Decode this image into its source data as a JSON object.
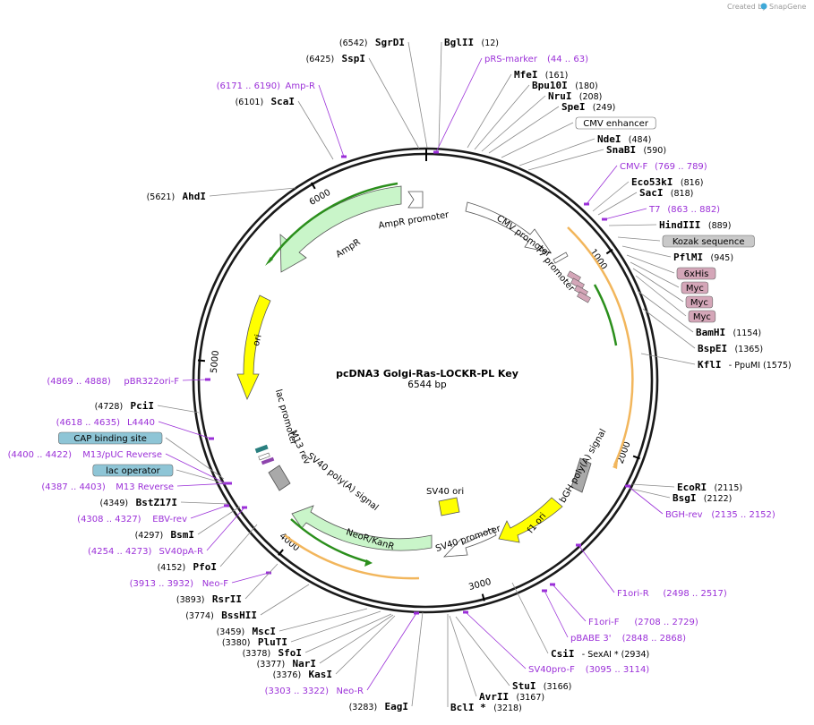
{
  "plasmid": {
    "name": "pcDNA3 Golgi-Ras-LOCKR-PL Key",
    "size_label": "6544 bp",
    "length": 6544,
    "ticks": [
      "1000",
      "2000",
      "3000",
      "4000",
      "5000",
      "6000"
    ]
  },
  "branding": {
    "created_by": "Created by",
    "brand": "SnapGene"
  },
  "colors": {
    "primer": "#9b30d8",
    "backbone": "#1a1a1a",
    "ampr": "#c9f5c9",
    "ori": "#ffff00",
    "neo": "#c9f5c9",
    "f1ori": "#ffff00",
    "sv40ori": "#ffff00",
    "polyA": "#a9a9a9",
    "orf": "#f2b65c",
    "tag": "#d4a6b8",
    "cap": "#8ec5d6",
    "kozak": "#c9c9c9"
  },
  "labels": {
    "right": [
      {
        "kind": "enzyme",
        "name": "BglII",
        "pos": "(12)"
      },
      {
        "kind": "primer",
        "name": "pRS-marker",
        "pos": "(44 .. 63)"
      },
      {
        "kind": "enzyme",
        "name": "MfeI",
        "pos": "(161)"
      },
      {
        "kind": "enzyme",
        "name": "Bpu10I",
        "pos": "(180)"
      },
      {
        "kind": "enzyme",
        "name": "NruI",
        "pos": "(208)"
      },
      {
        "kind": "enzyme",
        "name": "SpeI",
        "pos": "(249)"
      },
      {
        "kind": "feature",
        "name": "CMV enhancer",
        "pos": ""
      },
      {
        "kind": "enzyme",
        "name": "NdeI",
        "pos": "(484)"
      },
      {
        "kind": "enzyme",
        "name": "SnaBI",
        "pos": "(590)"
      },
      {
        "kind": "primer",
        "name": "CMV-F",
        "pos": "(769 .. 789)"
      },
      {
        "kind": "enzyme",
        "name": "Eco53kI",
        "pos": "(816)"
      },
      {
        "kind": "enzyme",
        "name": "SacI",
        "pos": "(818)"
      },
      {
        "kind": "primer",
        "name": "T7",
        "pos": "(863 .. 882)"
      },
      {
        "kind": "enzyme",
        "name": "HindIII",
        "pos": "(889)"
      },
      {
        "kind": "feature",
        "name": "Kozak sequence",
        "pos": ""
      },
      {
        "kind": "enzyme",
        "name": "PflMI",
        "pos": "(945)"
      },
      {
        "kind": "feature",
        "name": "6xHis",
        "pos": ""
      },
      {
        "kind": "feature",
        "name": "Myc",
        "pos": ""
      },
      {
        "kind": "feature",
        "name": "Myc",
        "pos": ""
      },
      {
        "kind": "feature",
        "name": "Myc",
        "pos": ""
      },
      {
        "kind": "enzyme",
        "name": "BamHI",
        "pos": "(1154)"
      },
      {
        "kind": "enzyme",
        "name": "BspEI",
        "pos": "(1365)"
      },
      {
        "kind": "enzyme",
        "name": "KflI",
        "pos": "- PpuMI   (1575)"
      },
      {
        "kind": "enzyme",
        "name": "EcoRI",
        "pos": "(2115)"
      },
      {
        "kind": "enzyme",
        "name": "BsgI",
        "pos": "(2122)"
      },
      {
        "kind": "primer",
        "name": "BGH-rev",
        "pos": "(2135 .. 2152)"
      },
      {
        "kind": "primer",
        "name": "F1ori-R",
        "pos": "(2498 .. 2517)"
      },
      {
        "kind": "primer",
        "name": "F1ori-F",
        "pos": "(2708 .. 2729)"
      },
      {
        "kind": "primer",
        "name": "pBABE 3'",
        "pos": "(2848 .. 2868)"
      },
      {
        "kind": "enzyme",
        "name": "CsiI",
        "pos": "- SexAI *   (2934)"
      },
      {
        "kind": "primer",
        "name": "SV40pro-F",
        "pos": "(3095 .. 3114)"
      },
      {
        "kind": "enzyme",
        "name": "StuI",
        "pos": "(3166)"
      },
      {
        "kind": "enzyme",
        "name": "AvrII",
        "pos": "(3167)"
      },
      {
        "kind": "enzyme",
        "name": "BclI *",
        "pos": "(3218)"
      }
    ],
    "left": [
      {
        "kind": "enzyme",
        "name": "SgrDI",
        "pos": "(6542)"
      },
      {
        "kind": "enzyme",
        "name": "SspI",
        "pos": "(6425)"
      },
      {
        "kind": "primer",
        "name": "Amp-R",
        "pos": "(6171 .. 6190)"
      },
      {
        "kind": "enzyme",
        "name": "ScaI",
        "pos": "(6101)"
      },
      {
        "kind": "enzyme",
        "name": "AhdI",
        "pos": "(5621)"
      },
      {
        "kind": "primer",
        "name": "pBR322ori-F",
        "pos": "(4869 .. 4888)"
      },
      {
        "kind": "enzyme",
        "name": "PciI",
        "pos": "(4728)"
      },
      {
        "kind": "primer",
        "name": "L4440",
        "pos": "(4618 .. 4635)"
      },
      {
        "kind": "feature",
        "name": "CAP binding site",
        "pos": ""
      },
      {
        "kind": "primer",
        "name": "M13/pUC Reverse",
        "pos": "(4400 .. 4422)"
      },
      {
        "kind": "feature",
        "name": "lac operator",
        "pos": ""
      },
      {
        "kind": "primer",
        "name": "M13 Reverse",
        "pos": "(4387 .. 4403)"
      },
      {
        "kind": "enzyme",
        "name": "BstZ17I",
        "pos": "(4349)"
      },
      {
        "kind": "primer",
        "name": "EBV-rev",
        "pos": "(4308 .. 4327)"
      },
      {
        "kind": "enzyme",
        "name": "BsmI",
        "pos": "(4297)"
      },
      {
        "kind": "primer",
        "name": "SV40pA-R",
        "pos": "(4254 .. 4273)"
      },
      {
        "kind": "enzyme",
        "name": "PfoI",
        "pos": "(4152)"
      },
      {
        "kind": "primer",
        "name": "Neo-F",
        "pos": "(3913 .. 3932)"
      },
      {
        "kind": "enzyme",
        "name": "RsrII",
        "pos": "(3893)"
      },
      {
        "kind": "enzyme",
        "name": "BssHII",
        "pos": "(3774)"
      },
      {
        "kind": "enzyme",
        "name": "MscI",
        "pos": "(3459)"
      },
      {
        "kind": "enzyme",
        "name": "PluTI",
        "pos": "(3380)"
      },
      {
        "kind": "enzyme",
        "name": "SfoI",
        "pos": "(3378)"
      },
      {
        "kind": "enzyme",
        "name": "NarI",
        "pos": "(3377)"
      },
      {
        "kind": "enzyme",
        "name": "KasI",
        "pos": "(3376)"
      },
      {
        "kind": "primer",
        "name": "Neo-R",
        "pos": "(3303 .. 3322)"
      },
      {
        "kind": "enzyme",
        "name": "EagI",
        "pos": "(3283)"
      }
    ]
  },
  "features": [
    {
      "name": "AmpR promoter",
      "color": "#ffffff"
    },
    {
      "name": "AmpR",
      "color": "#c9f5c9"
    },
    {
      "name": "ori",
      "color": "#ffff00"
    },
    {
      "name": "lac promoter",
      "color": "#ffffff"
    },
    {
      "name": "M13 rev",
      "color": "#ffffff"
    },
    {
      "name": "SV40 poly(A) signal",
      "color": "#a9a9a9"
    },
    {
      "name": "NeoR/KanR",
      "color": "#c9f5c9"
    },
    {
      "name": "SV40 promoter",
      "color": "#ffffff"
    },
    {
      "name": "SV40 ori",
      "color": "#ffff00"
    },
    {
      "name": "f1 ori",
      "color": "#ffff00"
    },
    {
      "name": "bGH poly(A) signal",
      "color": "#a9a9a9"
    },
    {
      "name": "CMV promoter",
      "color": "#ffffff"
    },
    {
      "name": "T7 promoter",
      "color": "#ffffff"
    }
  ]
}
